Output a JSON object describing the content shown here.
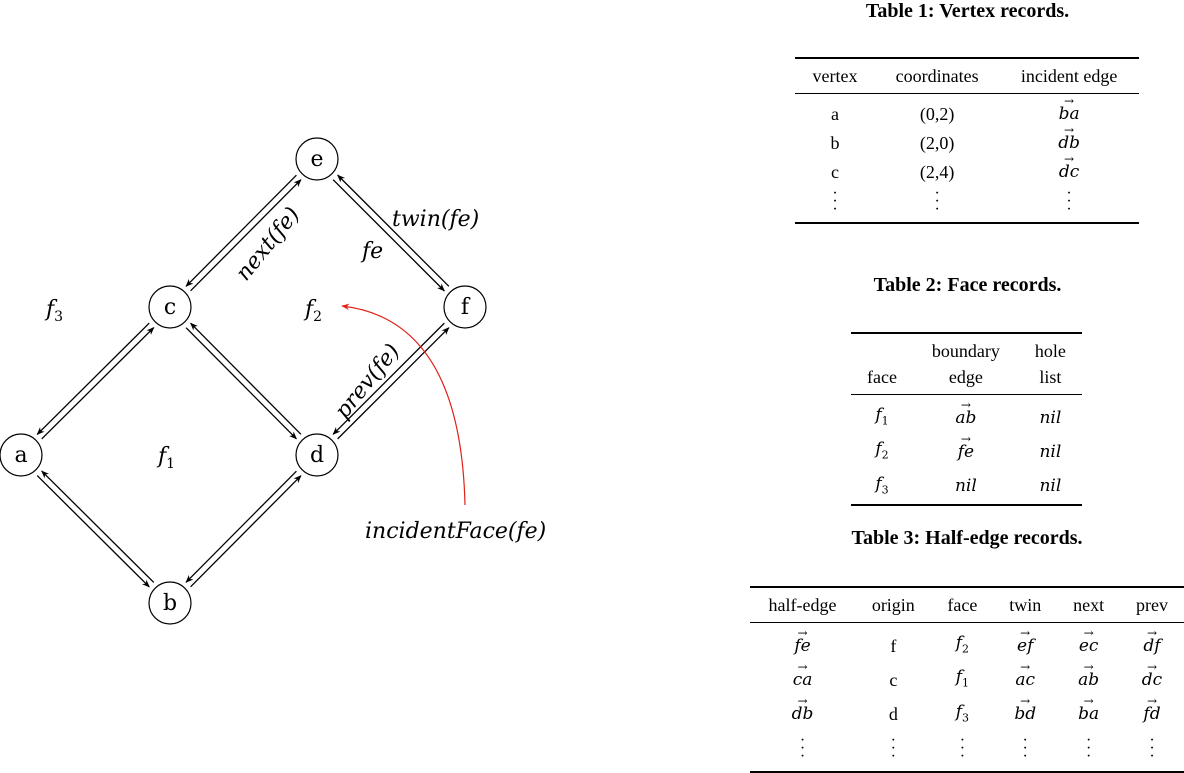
{
  "graph": {
    "vertices": [
      {
        "id": "e",
        "label": "e"
      },
      {
        "id": "c",
        "label": "c"
      },
      {
        "id": "f",
        "label": "f"
      },
      {
        "id": "a",
        "label": "a"
      },
      {
        "id": "d",
        "label": "d"
      },
      {
        "id": "b",
        "label": "b"
      }
    ],
    "faces": [
      {
        "id": "f3",
        "label": "f",
        "sub": "3"
      },
      {
        "id": "f2",
        "label": "f",
        "sub": "2"
      },
      {
        "id": "f1",
        "label": "f",
        "sub": "1"
      }
    ],
    "edge_labels": {
      "next": "next(fe)",
      "twin": "twin(fe)",
      "fe": "fe",
      "prev": "prev(fe)",
      "incident": "incidentFace(fe)"
    },
    "colors": {
      "highlight_arrow": "#e0201a",
      "edge": "#000000"
    }
  },
  "table1": {
    "caption": "Table 1: Vertex records.",
    "headers": [
      "vertex",
      "coordinates",
      "incident edge"
    ],
    "rows": [
      [
        "a",
        "(0,2)",
        "ba"
      ],
      [
        "b",
        "(2,0)",
        "db"
      ],
      [
        "c",
        "(2,4)",
        "dc"
      ]
    ]
  },
  "table2": {
    "caption": "Table 2: Face records.",
    "headers": [
      "face",
      "boundary edge",
      "hole list"
    ],
    "header_lines": [
      [
        "",
        "face"
      ],
      [
        "boundary",
        "edge"
      ],
      [
        "hole",
        "list"
      ]
    ],
    "rows": [
      [
        "f1",
        "ab",
        "nil"
      ],
      [
        "f2",
        "fe",
        "nil"
      ],
      [
        "f3",
        "nil",
        "nil"
      ]
    ]
  },
  "table3": {
    "caption": "Table 3: Half-edge records.",
    "headers": [
      "half-edge",
      "origin",
      "face",
      "twin",
      "next",
      "prev"
    ],
    "rows": [
      [
        "fe",
        "f",
        "f2",
        "ef",
        "ec",
        "df"
      ],
      [
        "ca",
        "c",
        "f1",
        "ac",
        "ab",
        "dc"
      ],
      [
        "db",
        "d",
        "f3",
        "bd",
        "ba",
        "fd"
      ]
    ]
  }
}
